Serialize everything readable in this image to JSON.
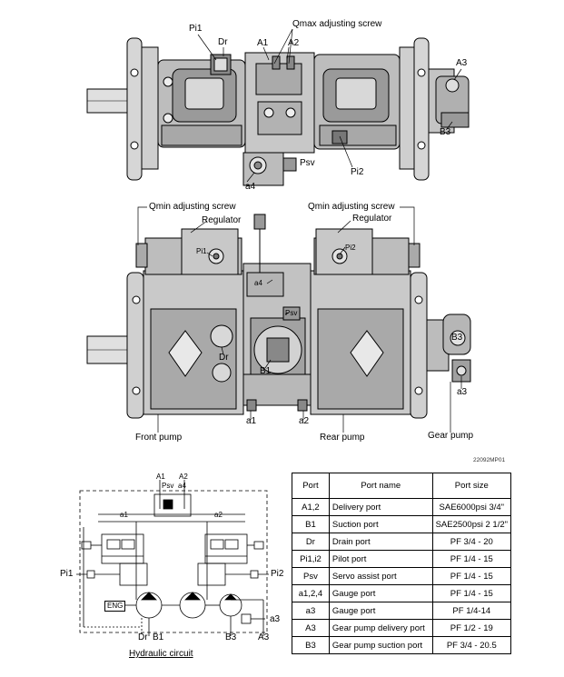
{
  "top_view": {
    "labels": {
      "pi1": "Pi1",
      "dr": "Dr",
      "a1": "A1",
      "a2": "A2",
      "qmax": "Qmax adjusting screw",
      "a3": "A3",
      "b3": "B3",
      "psv": "Psv",
      "pi2": "Pi2",
      "a4": "a4"
    }
  },
  "front_view": {
    "labels": {
      "qmin_left": "Qmin adjusting screw",
      "qmin_right": "Qmin adjusting screw",
      "regulator_left": "Regulator",
      "regulator_right": "Regulator",
      "pi1": "Pi1",
      "pi2": "Pi2",
      "a4": "a4",
      "psv": "Psv",
      "dr": "Dr",
      "b1": "B1",
      "b3": "B3",
      "a3": "a3",
      "a1": "a1",
      "a2": "a2",
      "front_pump": "Front pump",
      "rear_pump": "Rear pump",
      "gear_pump": "Gear pump"
    }
  },
  "figure_code": "22092MP01",
  "circuit": {
    "title": "Hydraulic circuit",
    "labels": {
      "a1": "A1",
      "a2": "A2",
      "psv": "Psv",
      "a4": "a4",
      "a1_small": "a1",
      "a2_small": "a2",
      "pi1": "Pi1",
      "pi2": "Pi2",
      "eng": "ENG",
      "dr": "Dr",
      "b1": "B1",
      "b3": "B3",
      "a3": "a3",
      "a3_cap": "A3"
    }
  },
  "port_table": {
    "headers": [
      "Port",
      "Port name",
      "Port size"
    ],
    "rows": [
      [
        "A1,2",
        "Delivery port",
        "SAE6000psi 3/4\""
      ],
      [
        "B1",
        "Suction port",
        "SAE2500psi 2 1/2\""
      ],
      [
        "Dr",
        "Drain port",
        "PF 3/4 - 20"
      ],
      [
        "Pi1,i2",
        "Pilot port",
        "PF 1/4 - 15"
      ],
      [
        "Psv",
        "Servo assist port",
        "PF 1/4 - 15"
      ],
      [
        "a1,2,4",
        "Gauge port",
        "PF 1/4 - 15"
      ],
      [
        "a3",
        "Gauge port",
        "PF 1/4-14"
      ],
      [
        "A3",
        "Gear pump delivery port",
        "PF 1/2 - 19"
      ],
      [
        "B3",
        "Gear pump suction port",
        "PF 3/4 - 20.5"
      ]
    ]
  }
}
